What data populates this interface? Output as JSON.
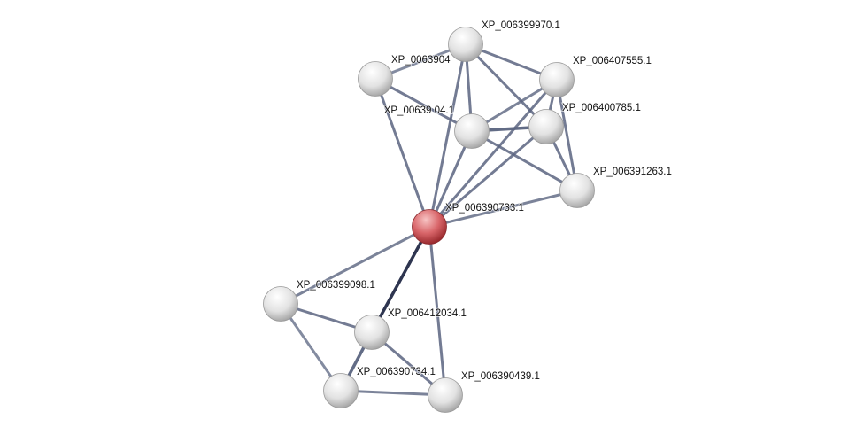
{
  "network": {
    "nodes": [
      {
        "id": "n733",
        "label": "XP_006390733.1",
        "query": true
      },
      {
        "id": "n970",
        "label": "XP_006399970.1"
      },
      {
        "id": "n904",
        "label": "XP_0063904"
      },
      {
        "id": "n398",
        "label": "XP_00639   04.1"
      },
      {
        "id": "n555",
        "label": "XP_006407555.1"
      },
      {
        "id": "n785",
        "label": "XP_006400785.1"
      },
      {
        "id": "n263",
        "label": "XP_006391263.1"
      },
      {
        "id": "n098",
        "label": "XP_006399098.1"
      },
      {
        "id": "n034",
        "label": "XP_006412034.1"
      },
      {
        "id": "n734",
        "label": "XP_006390734.1"
      },
      {
        "id": "n439",
        "label": "XP_006390439.1"
      }
    ],
    "edges": [
      [
        "n904",
        "n970",
        0.5
      ],
      [
        "n904",
        "n398",
        0.7
      ],
      [
        "n904",
        "n733",
        0.7
      ],
      [
        "n970",
        "n398",
        0.7
      ],
      [
        "n970",
        "n555",
        0.7
      ],
      [
        "n970",
        "n785",
        0.7
      ],
      [
        "n970",
        "n733",
        0.7
      ],
      [
        "n555",
        "n398",
        0.6
      ],
      [
        "n555",
        "n733",
        0.7
      ],
      [
        "n555",
        "n785",
        0.7
      ],
      [
        "n555",
        "n263",
        0.7
      ],
      [
        "n398",
        "n785",
        0.9
      ],
      [
        "n398",
        "n263",
        0.7
      ],
      [
        "n398",
        "n733",
        0.7
      ],
      [
        "n785",
        "n263",
        0.7
      ],
      [
        "n785",
        "n733",
        0.7
      ],
      [
        "n263",
        "n733",
        0.6
      ],
      [
        "n733",
        "n098",
        0.6
      ],
      [
        "n733",
        "n034",
        1.0
      ],
      [
        "n733",
        "n439",
        0.7
      ],
      [
        "n098",
        "n034",
        0.7
      ],
      [
        "n098",
        "n734",
        0.5
      ],
      [
        "n034",
        "n734",
        0.9
      ],
      [
        "n034",
        "n439",
        0.7
      ],
      [
        "n734",
        "n439",
        0.6
      ]
    ],
    "colors": {
      "query": "#d9666a",
      "node": "#e6e6e6",
      "edge": "#5a6480"
    }
  }
}
